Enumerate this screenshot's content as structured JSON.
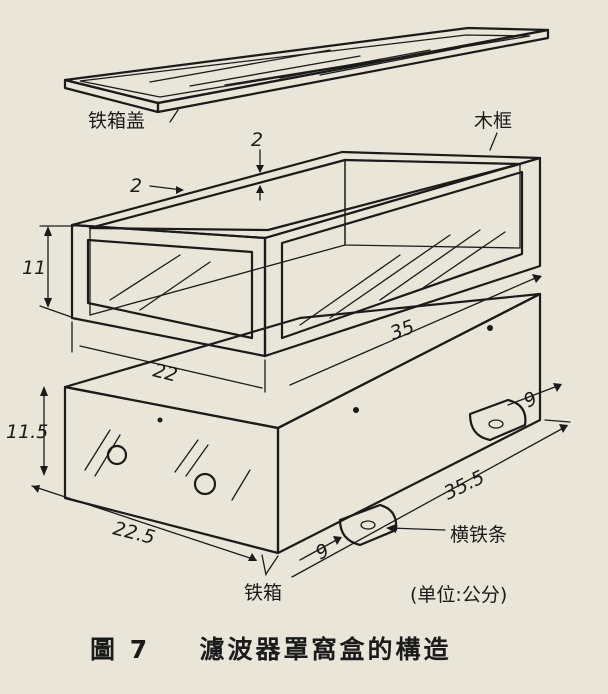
{
  "labels": {
    "lid": "铁箱盖",
    "frame": "木框",
    "box": "铁箱",
    "bar": "横铁条",
    "unit": "(单位:公分)"
  },
  "dimensions": {
    "frame_width": "2",
    "frame_depth": "2",
    "frame_height": "11",
    "frame_short": "22",
    "frame_long": "35",
    "box_height": "11.5",
    "box_short": "22.5",
    "box_long": "35.5",
    "bar_length": "9",
    "bar_length_2": "9"
  },
  "caption": {
    "figure_no": "圖 7",
    "title": "濾波器罩窩盒的構造"
  }
}
